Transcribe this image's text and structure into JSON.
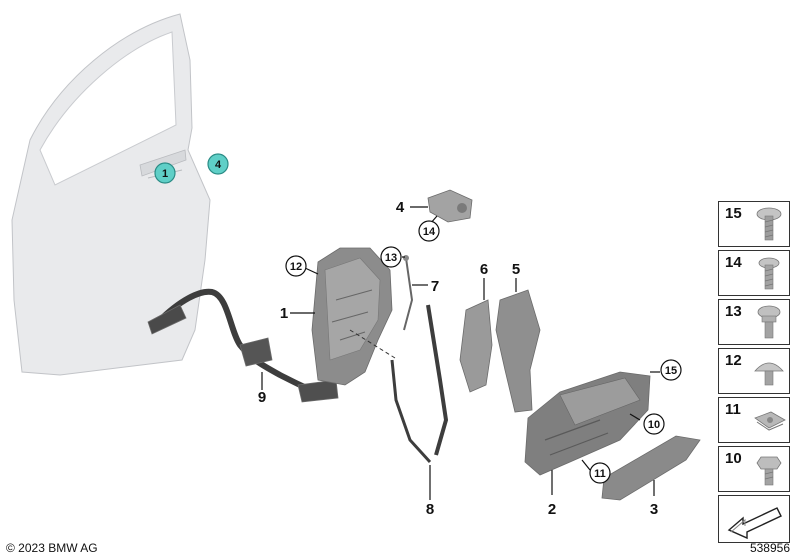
{
  "copyright": "© 2023 BMW AG",
  "diagram_ref": "538956",
  "callouts": {
    "n1": "1",
    "n2": "2",
    "n3": "3",
    "n4": "4",
    "n5": "5",
    "n6": "6",
    "n7": "7",
    "n8": "8",
    "n9": "9",
    "n10": "10",
    "n11": "11",
    "n12": "12",
    "n13": "13",
    "n14": "14",
    "n15": "15"
  },
  "legend": [
    {
      "label": "15",
      "icon": "torx-screw-icon"
    },
    {
      "label": "14",
      "icon": "screw-icon"
    },
    {
      "label": "13",
      "icon": "collar-screw-icon"
    },
    {
      "label": "12",
      "icon": "dome-screw-icon"
    },
    {
      "label": "11",
      "icon": "clip-nut-icon"
    },
    {
      "label": "10",
      "icon": "hex-screw-icon"
    }
  ],
  "colors": {
    "highlight": "#5fcfc7",
    "part_fill": "#b9b9b9",
    "door_fill": "#e9eaec"
  }
}
